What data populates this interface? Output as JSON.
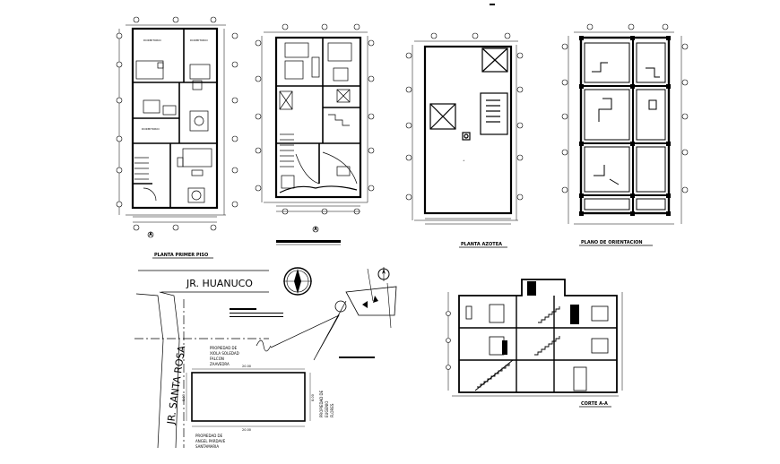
{
  "plans": {
    "first_floor": {
      "title": "PLANTA PRIMER PISO"
    },
    "second_floor": {
      "title": ""
    },
    "roof": {
      "title": "PLANTA AZOTEA"
    },
    "orientation": {
      "title": "PLANO DE ORIENTACION"
    }
  },
  "location": {
    "street_top": "JR. HUANUCO",
    "street_side": "JR. SANTA ROSA",
    "owner_top": [
      "PROPIEDAD DE",
      "XIOLA SOLEDAD",
      "FALCON",
      "ZAAVEDRA"
    ],
    "owner_right": [
      "PROPIEDAD DE",
      "EUGENIO",
      "FLORES"
    ],
    "owner_bottom": [
      "PROPIEDAD DE",
      "ANGEL PARDAVE",
      "SANTAMARIA"
    ],
    "dim_top": "20.00",
    "dim_left": "8.00",
    "dim_right": "8.00",
    "dim_bottom": "20.00"
  },
  "section": {
    "title": "CORTE A-A"
  },
  "colors": {
    "line": "#000000",
    "background": "#ffffff"
  }
}
